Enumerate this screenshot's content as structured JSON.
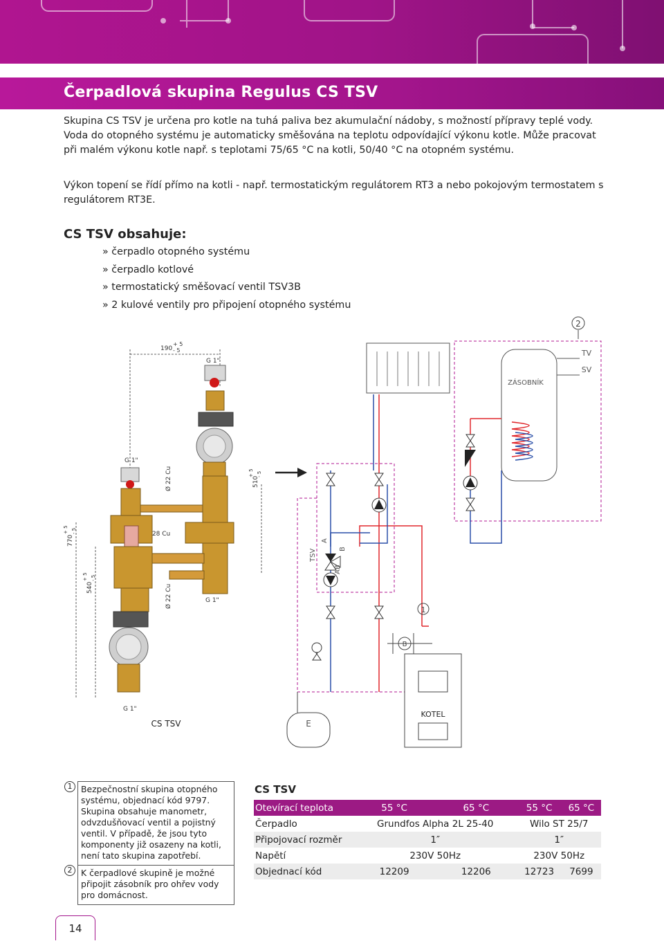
{
  "header": {
    "title": "Čerpadlová skupina Regulus CS TSV"
  },
  "intro": {
    "p1": "Skupina CS TSV je určena pro kotle na tuhá paliva bez akumulační nádoby, s možností přípravy teplé vody. Voda do otopného systému je automaticky směšována na teplotu odpovídající výkonu kotle. Může pracovat při malém výkonu kotle např. s teplotami 75/65 °C na kotli, 50/40 °C na otopném systému.",
    "p2": "Výkon topení se řídí přímo na kotli - např. termostatickým regulátorem RT3 a nebo pokojovým termostatem s regulátorem RT3E."
  },
  "contents": {
    "heading": "CS TSV obsahuje:",
    "items": [
      "» čerpadlo otopného systému",
      "» čerpadlo kotlové",
      "» termostatický směšovací ventil TSV3B",
      "» 2 kulové ventily pro připojení otopného systému"
    ]
  },
  "diagram": {
    "callout_2": "2",
    "callout_1": "1",
    "dim_190": "190",
    "dim_190_tol_plus": "+ 5",
    "dim_190_tol_minus": "- 5",
    "thread_g1": "G 1\"",
    "dim_22cu": "Ø 22 Cu",
    "dim_28cu": "Ø 28 Cu",
    "dim_510": "510",
    "dim_770": "770",
    "dim_540": "540",
    "tol_plus": "+ 5",
    "tol_minus": "- 5",
    "caption_cs_tsv": "CS TSV",
    "label_tv": "TV",
    "label_sv": "SV",
    "label_zasobnik": "ZÁSOBNÍK",
    "label_tsv": "TSV",
    "label_a": "A",
    "label_b": "B",
    "label_ab": "AB",
    "label_kotel": "KOTEL",
    "label_e": "E",
    "label_b_circle": "B",
    "colors": {
      "hot": "#e0262b",
      "cold": "#2a4fa8",
      "pipe_brass": "#c9962f",
      "dashed": "#b01590"
    }
  },
  "notes": {
    "n1_num": "1",
    "n1_text": "Bezpečnostní skupina otopného systému, objednací kód 9797. Skupina obsahuje manometr, odvzdušňovací ventil a pojistný ventil. V případě, že jsou tyto komponenty již osazeny na kotli, není tato skupina zapotřebí.",
    "n2_num": "2",
    "n2_text": "K čerpadlové skupině je možné připojit zásobník pro ohřev vody pro domácnost."
  },
  "table": {
    "title": "CS TSV",
    "rows": [
      {
        "label": "Otevírací teplota",
        "v": [
          "55 °C",
          "65 °C",
          "55 °C",
          "65 °C"
        ]
      },
      {
        "label": "Čerpadlo",
        "v": [
          "Grundfos Alpha 2L 25-40",
          "Wilo ST 25/7"
        ]
      },
      {
        "label": "Připojovací rozměr",
        "v": [
          "1″",
          "1″"
        ]
      },
      {
        "label": "Napětí",
        "v": [
          "230V 50Hz",
          "230V 50Hz"
        ]
      },
      {
        "label": "Objednací kód",
        "v": [
          "12209",
          "12206",
          "12723",
          "7699"
        ]
      }
    ]
  },
  "footer": {
    "page_number": "14"
  }
}
